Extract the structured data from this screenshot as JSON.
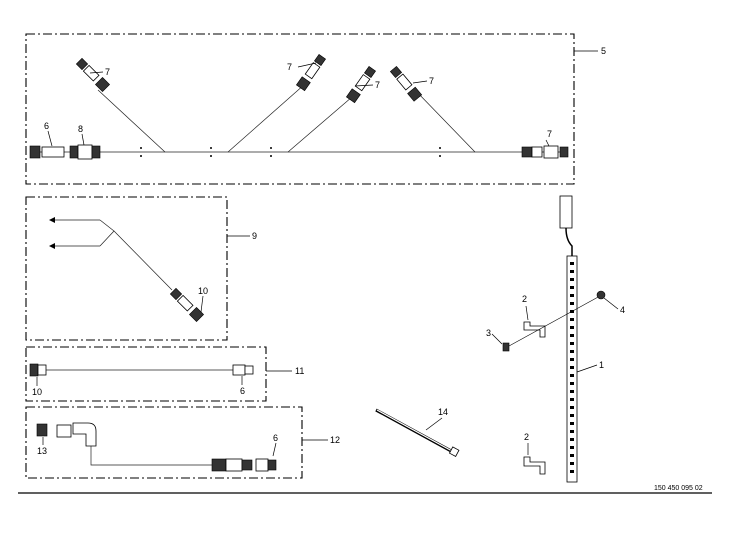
{
  "drawing": {
    "reference_number": "150 450 095 02",
    "callouts": {
      "c1": "1",
      "c2a": "2",
      "c2b": "2",
      "c3": "3",
      "c4": "4",
      "c5": "5",
      "c6a": "6",
      "c6b": "6",
      "c6c": "6",
      "c7a": "7",
      "c7b": "7",
      "c7c": "7",
      "c7d": "7",
      "c7e": "7",
      "c8": "8",
      "c9": "9",
      "c10a": "10",
      "c10b": "10",
      "c11": "11",
      "c12": "12",
      "c13": "13",
      "c14": "14"
    }
  }
}
